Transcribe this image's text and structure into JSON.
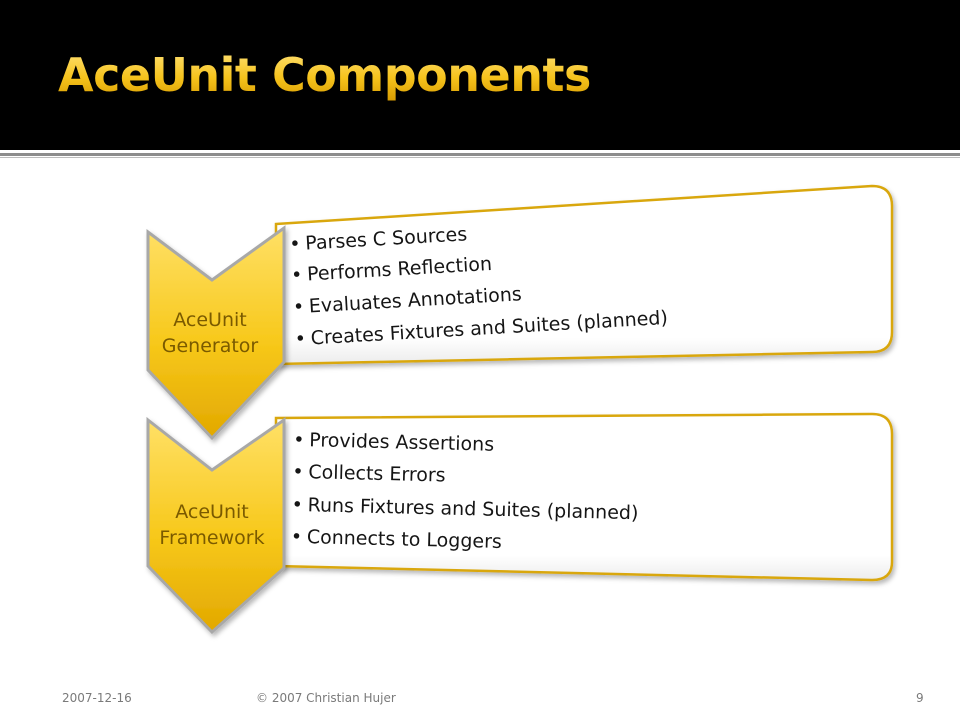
{
  "title": "AceUnit Components",
  "components": [
    {
      "name_lines": [
        "AceUnit",
        "Generator"
      ],
      "items": [
        "Parses C Sources",
        "Performs Reflection",
        "Evaluates Annotations",
        "Creates Fixtures and Suites (planned)"
      ]
    },
    {
      "name_lines": [
        "AceUnit",
        "Framework"
      ],
      "items": [
        "Provides Assertions",
        "Collects Errors",
        "Runs Fixtures and Suites (planned)",
        "Connects to Loggers"
      ]
    }
  ],
  "footer": {
    "date": "2007-12-16",
    "copyright": "© 2007 Christian Hujer",
    "page_number": "9"
  },
  "colors": {
    "title_gold": "#f6c31c",
    "chevron_gold": "#f5c518",
    "header_background": "#000000",
    "card_border": "#d4a017"
  }
}
